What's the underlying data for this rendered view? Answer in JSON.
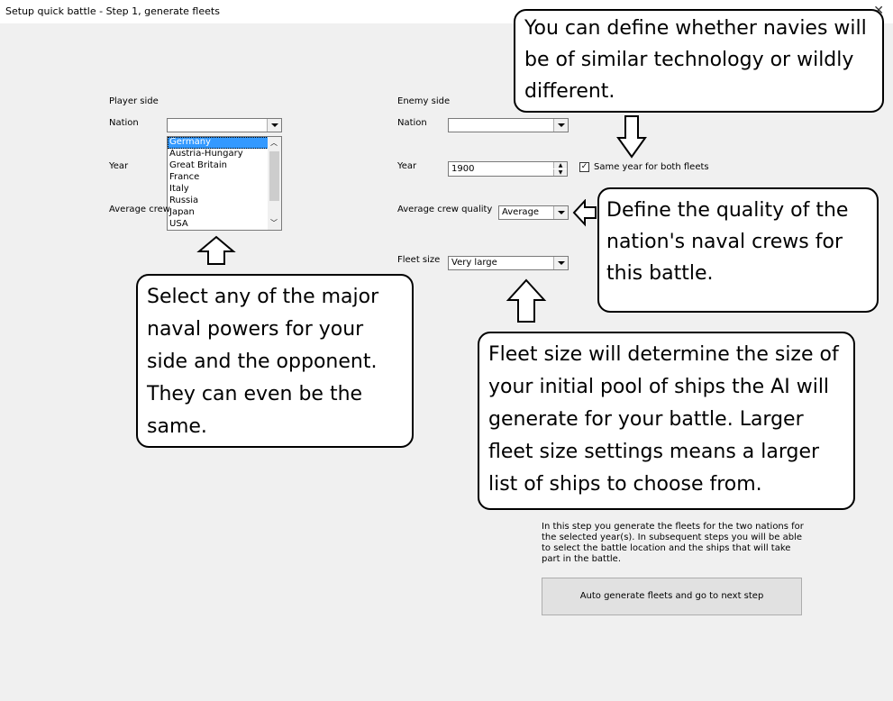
{
  "window": {
    "title": "Setup quick battle - Step 1, generate fleets",
    "close_label": "✕"
  },
  "player": {
    "heading": "Player side",
    "nation_label": "Nation",
    "nation_value": "",
    "year_label": "Year",
    "crew_label": "Average crew",
    "nation_options": [
      "Germany",
      "Austria-Hungary",
      "Great Britain",
      "France",
      "Italy",
      "Russia",
      "Japan",
      "USA"
    ]
  },
  "enemy": {
    "heading": "Enemy side",
    "nation_label": "Nation",
    "nation_value": "",
    "year_label": "Year",
    "year_value": "1900",
    "same_year_label": "Same year for both fleets",
    "same_year_checked": true,
    "crew_label": "Average crew quality",
    "crew_value": "Average",
    "fleet_label": "Fleet size",
    "fleet_value": "Very large"
  },
  "info_text": "In this step you generate the fleets for the two nations for the selected year(s). In subsequent steps you will be able to select the battle location and the ships that will take part in the battle.",
  "generate_button": "Auto generate fleets and go to next step",
  "callouts": {
    "tech": "You can define whether navies will be of similar technology or wildly different.",
    "crew": "Define the quality of the nation's naval crews for this battle.",
    "nation": "Select any of the major naval powers for your side and the opponent. They can even be the same.",
    "fleet": "Fleet size will determine the size of your initial pool of ships the AI will generate for your battle. Larger fleet size settings means a larger list of ships to choose from."
  }
}
